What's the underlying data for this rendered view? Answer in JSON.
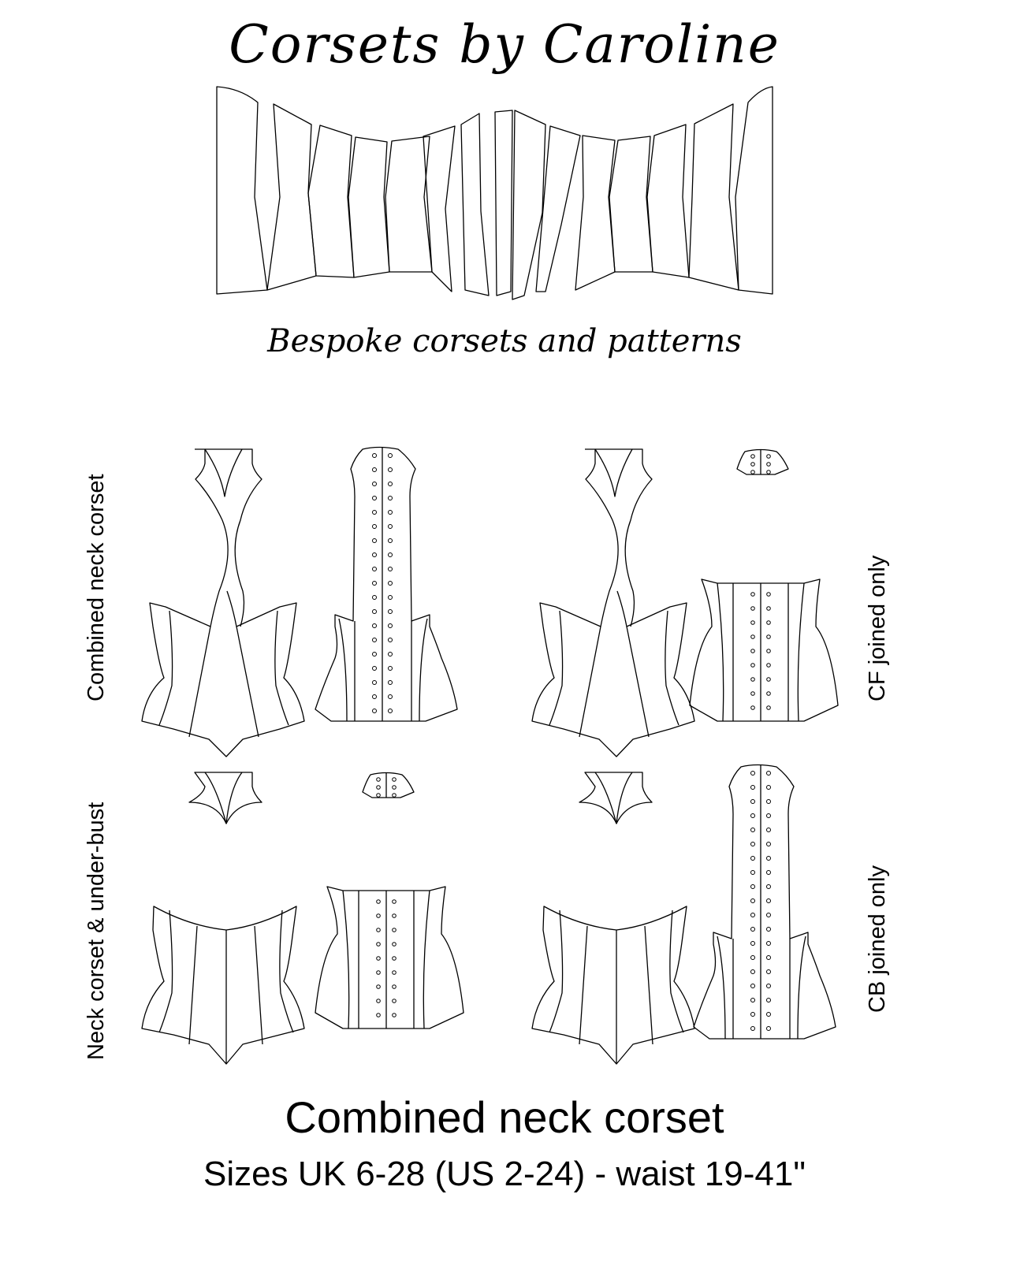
{
  "header": {
    "brand_title": "Corsets by Caroline",
    "tagline": "Bespoke corsets and patterns"
  },
  "diagram": {
    "top_pattern": {
      "description": "Flat corset pattern pieces, 12 panels mirrored about centre"
    },
    "rows": [
      {
        "left_label": "Combined neck corset",
        "right_label": "CF joined only",
        "views": [
          "front-joined-neck",
          "back-lacing-joined-neck",
          "front-joined-neck",
          "back-with-separate-neck"
        ]
      },
      {
        "left_label": "Neck corset & under-bust",
        "right_label": "CB joined only",
        "views": [
          "front-separate-neck",
          "back-separate-neck",
          "front-separate-neck",
          "back-lacing-joined-neck"
        ]
      }
    ]
  },
  "footer": {
    "title": "Combined neck corset",
    "sizes": "Sizes UK 6-28 (US 2-24) - waist 19-41\""
  },
  "colors": {
    "line": "#000000",
    "background": "#ffffff"
  }
}
